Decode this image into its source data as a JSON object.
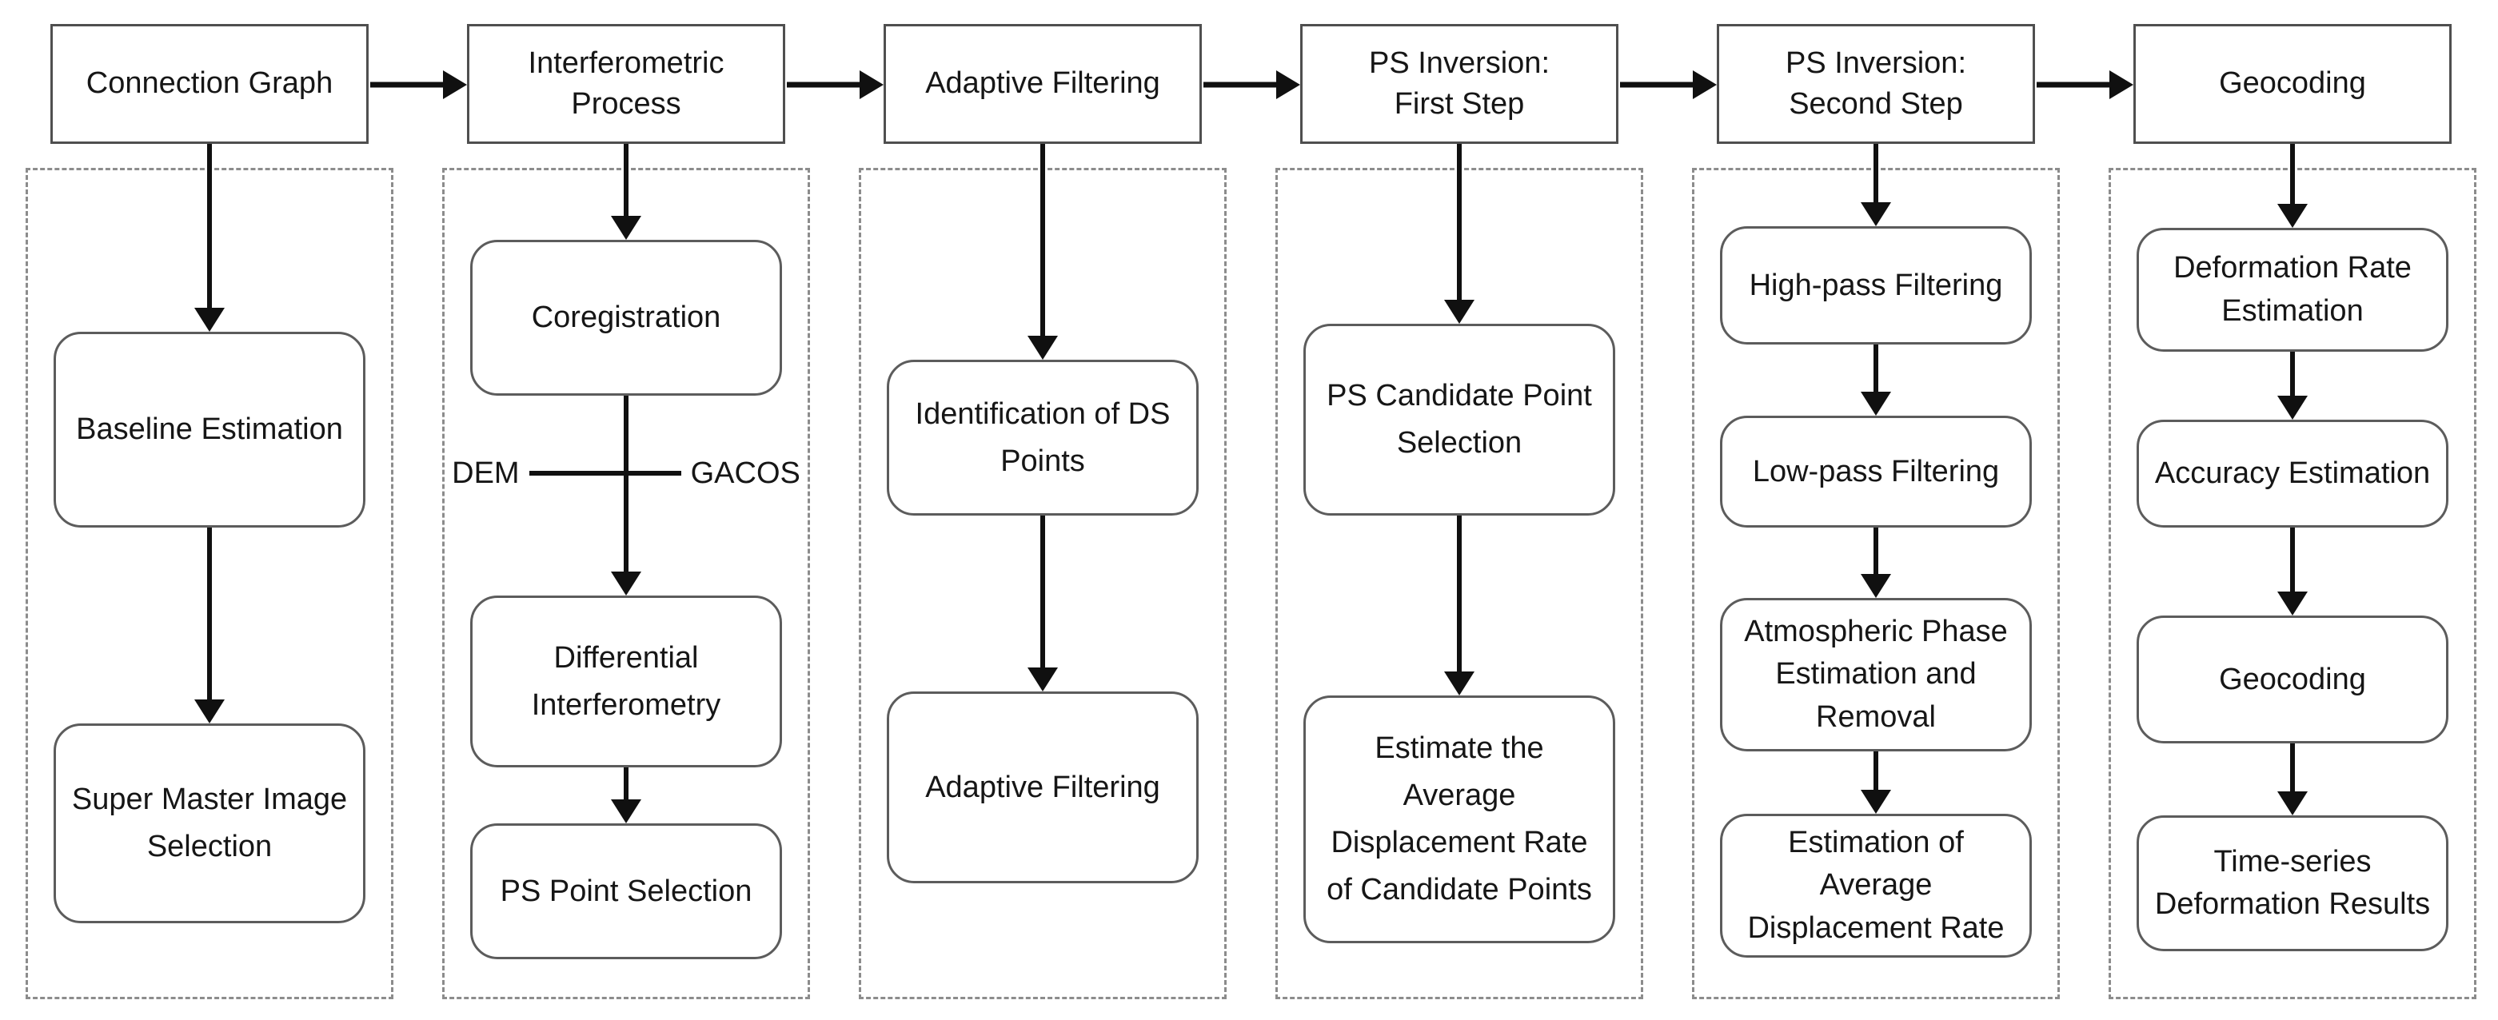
{
  "figure": {
    "type": "flowchart",
    "columns": [
      {
        "header": "Connection Graph",
        "steps": [
          "Baseline Estimation",
          "Super Master Image\nSelection"
        ]
      },
      {
        "header": "Interferometric\nProcess",
        "steps": [
          "Coregistration",
          "Differential\nInterferometry",
          "PS Point Selection"
        ],
        "side_labels": [
          "DEM",
          "GACOS"
        ]
      },
      {
        "header": "Adaptive Filtering",
        "steps": [
          "Identification of DS\nPoints",
          "Adaptive Filtering"
        ]
      },
      {
        "header": "PS Inversion:\nFirst Step",
        "steps": [
          "PS Candidate Point\nSelection",
          "Estimate the\nAverage\nDisplacement Rate\nof Candidate Points"
        ]
      },
      {
        "header": "PS Inversion:\nSecond Step",
        "steps": [
          "High-pass Filtering",
          "Low-pass Filtering",
          "Atmospheric Phase\nEstimation and\nRemoval",
          "Estimation of\nAverage\nDisplacement Rate"
        ]
      },
      {
        "header": "Geocoding",
        "steps": [
          "Deformation Rate\nEstimation",
          "Accuracy Estimation",
          "Geocoding",
          "Time-series\nDeformation Results"
        ]
      }
    ],
    "colors": {
      "ink": "#101010",
      "header_border": "#4f4f4f",
      "step_border": "#5c5c5c",
      "dashed_border": "#8c8c8c",
      "background": "#ffffff",
      "text": "#161616"
    }
  }
}
